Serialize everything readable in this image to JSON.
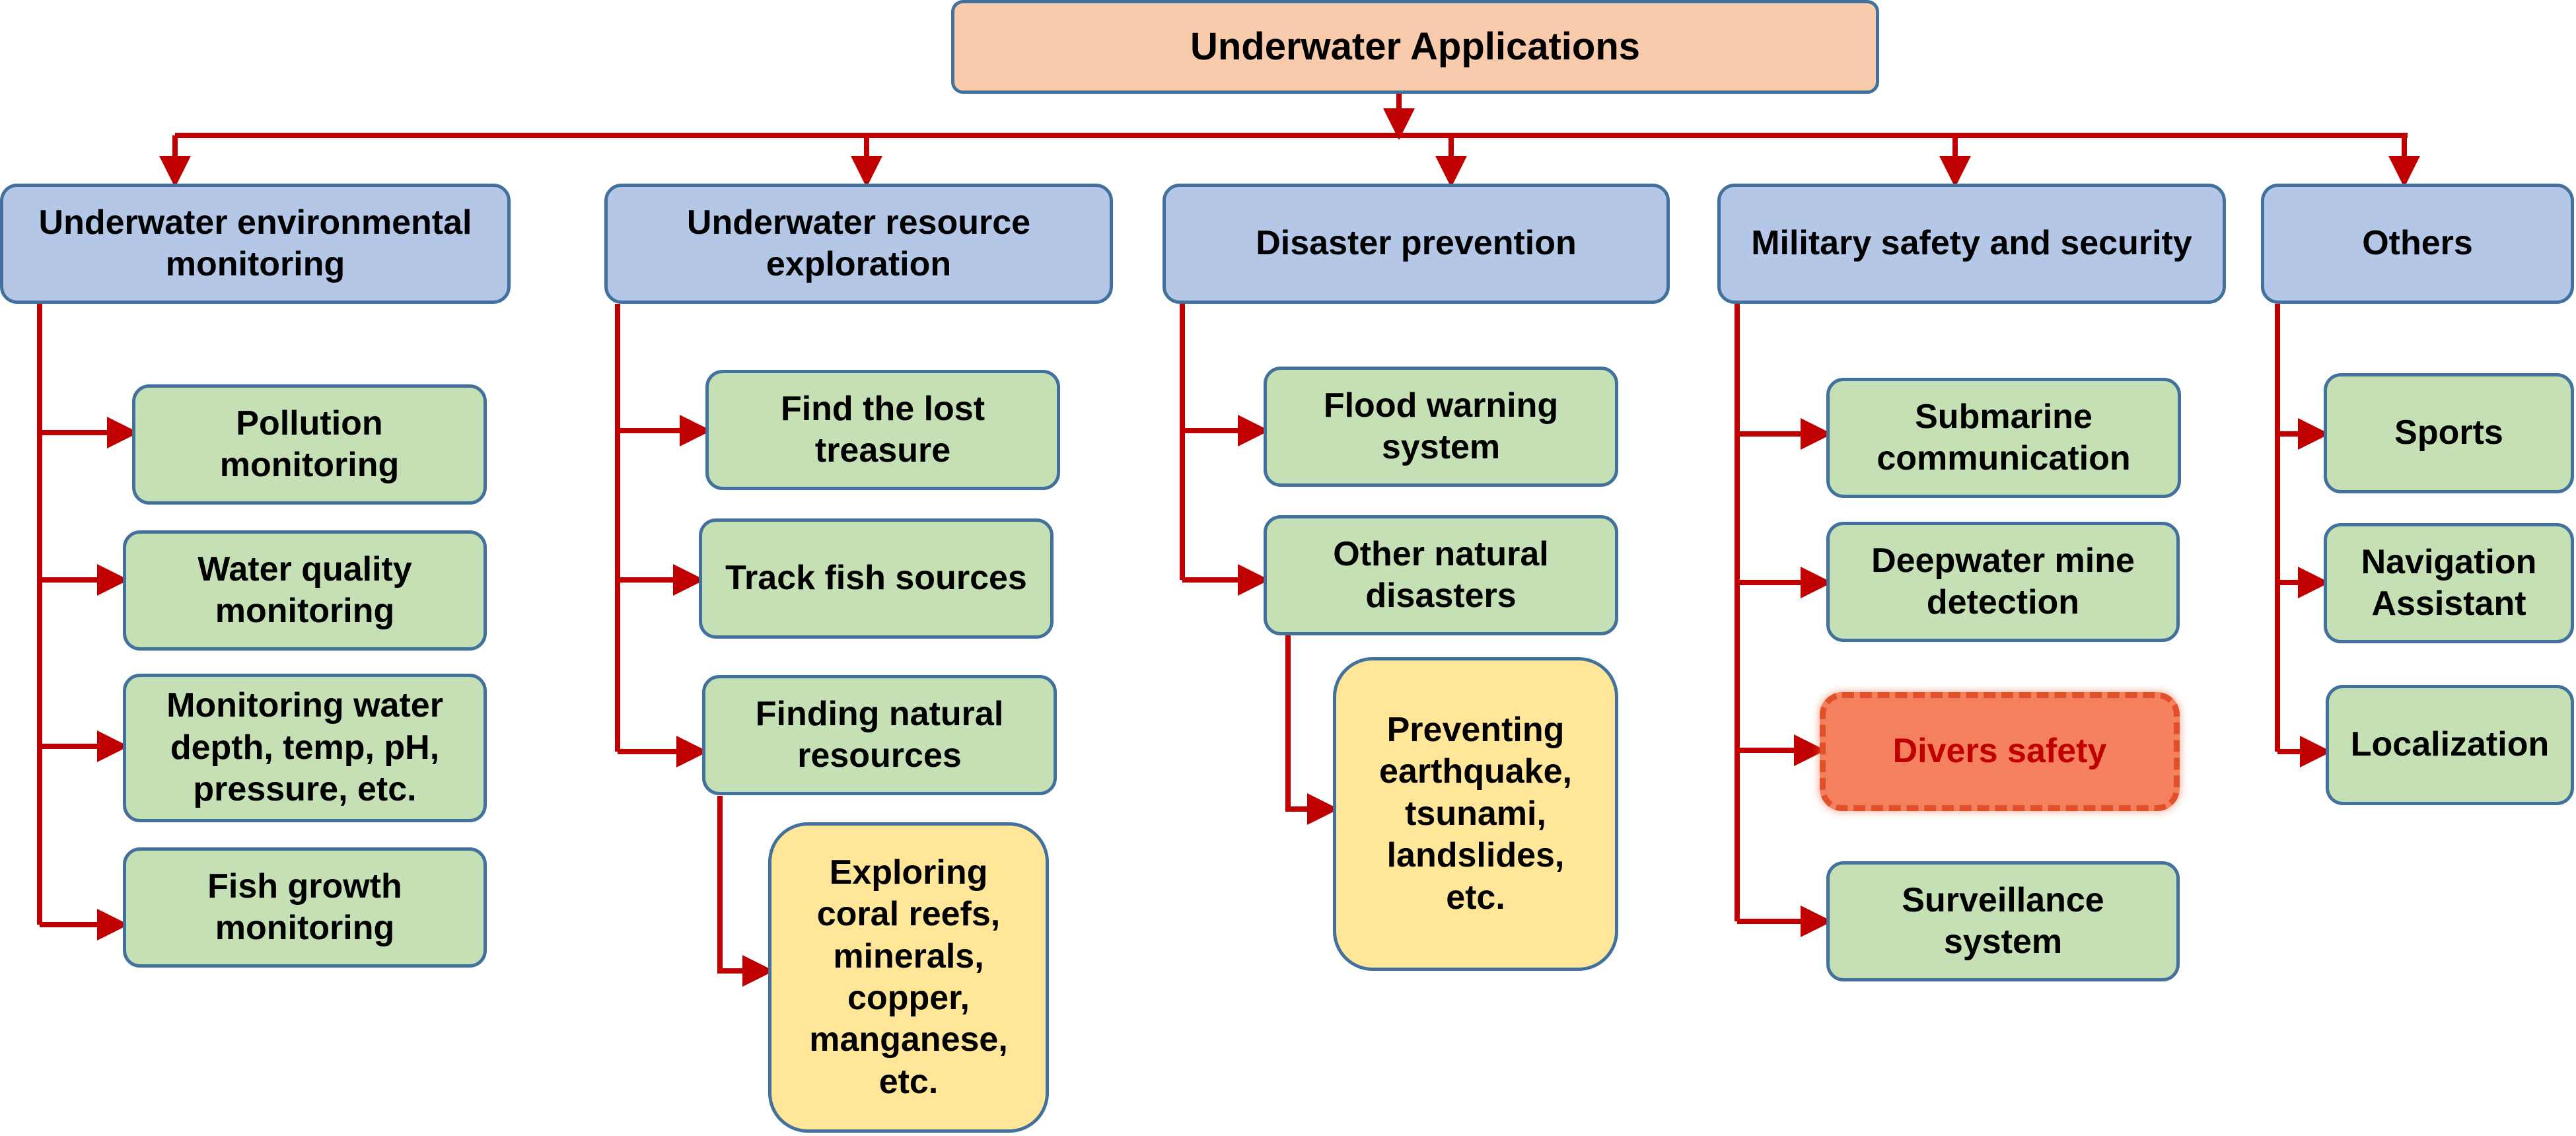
{
  "diagram": {
    "root": "Underwater Applications",
    "colors": {
      "connector": "#c00000",
      "root_fill": "#f8cbad",
      "category_fill": "#b4c7e7",
      "leaf_fill": "#c5e0b4",
      "detail_fill": "#ffe699",
      "highlight_fill": "#f4805e",
      "highlight_text": "#c00000",
      "box_border": "#41719c"
    },
    "categories": [
      {
        "label": "Underwater environmental\nmonitoring",
        "children": [
          "Pollution\nmonitoring",
          "Water quality\nmonitoring",
          "Monitoring water\ndepth, temp, pH,\npressure, etc.",
          "Fish growth\nmonitoring"
        ]
      },
      {
        "label": "Underwater resource\nexploration",
        "children": [
          "Find the lost\ntreasure",
          "Track fish sources",
          "Finding natural\nresources"
        ],
        "detail": "Exploring\ncoral reefs,\nminerals,\ncopper,\nmanganese,\netc."
      },
      {
        "label": "Disaster prevention",
        "children": [
          "Flood warning\nsystem",
          "Other natural\ndisasters"
        ],
        "detail": "Preventing\nearthquake,\ntsunami,\nlandslides,\netc."
      },
      {
        "label": "Military safety and security",
        "children": [
          "Submarine\ncommunication",
          "Deepwater mine\ndetection",
          "Divers safety",
          "Surveillance\nsystem"
        ]
      },
      {
        "label": "Others",
        "children": [
          "Sports",
          "Navigation\nAssistant",
          "Localization"
        ]
      }
    ]
  }
}
